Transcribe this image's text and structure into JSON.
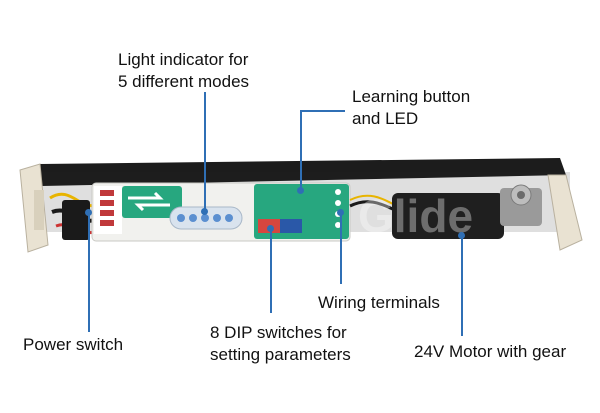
{
  "labels": {
    "light_indicator": "Light indicator for\n5 different modes",
    "learning_button": "Learning button\nand LED",
    "wiring_terminals": "Wiring terminals",
    "power_switch": "Power switch",
    "dip_switches": "8 DIP switches for\nsetting parameters",
    "motor": "24V Motor with gear"
  },
  "watermark": "Glide",
  "colors": {
    "callout_line": "#2f6fb5",
    "board_green": "#27a77f",
    "rail_black": "#1a1a1a",
    "end_cap": "#ede6d6",
    "motor_black": "#202020"
  }
}
